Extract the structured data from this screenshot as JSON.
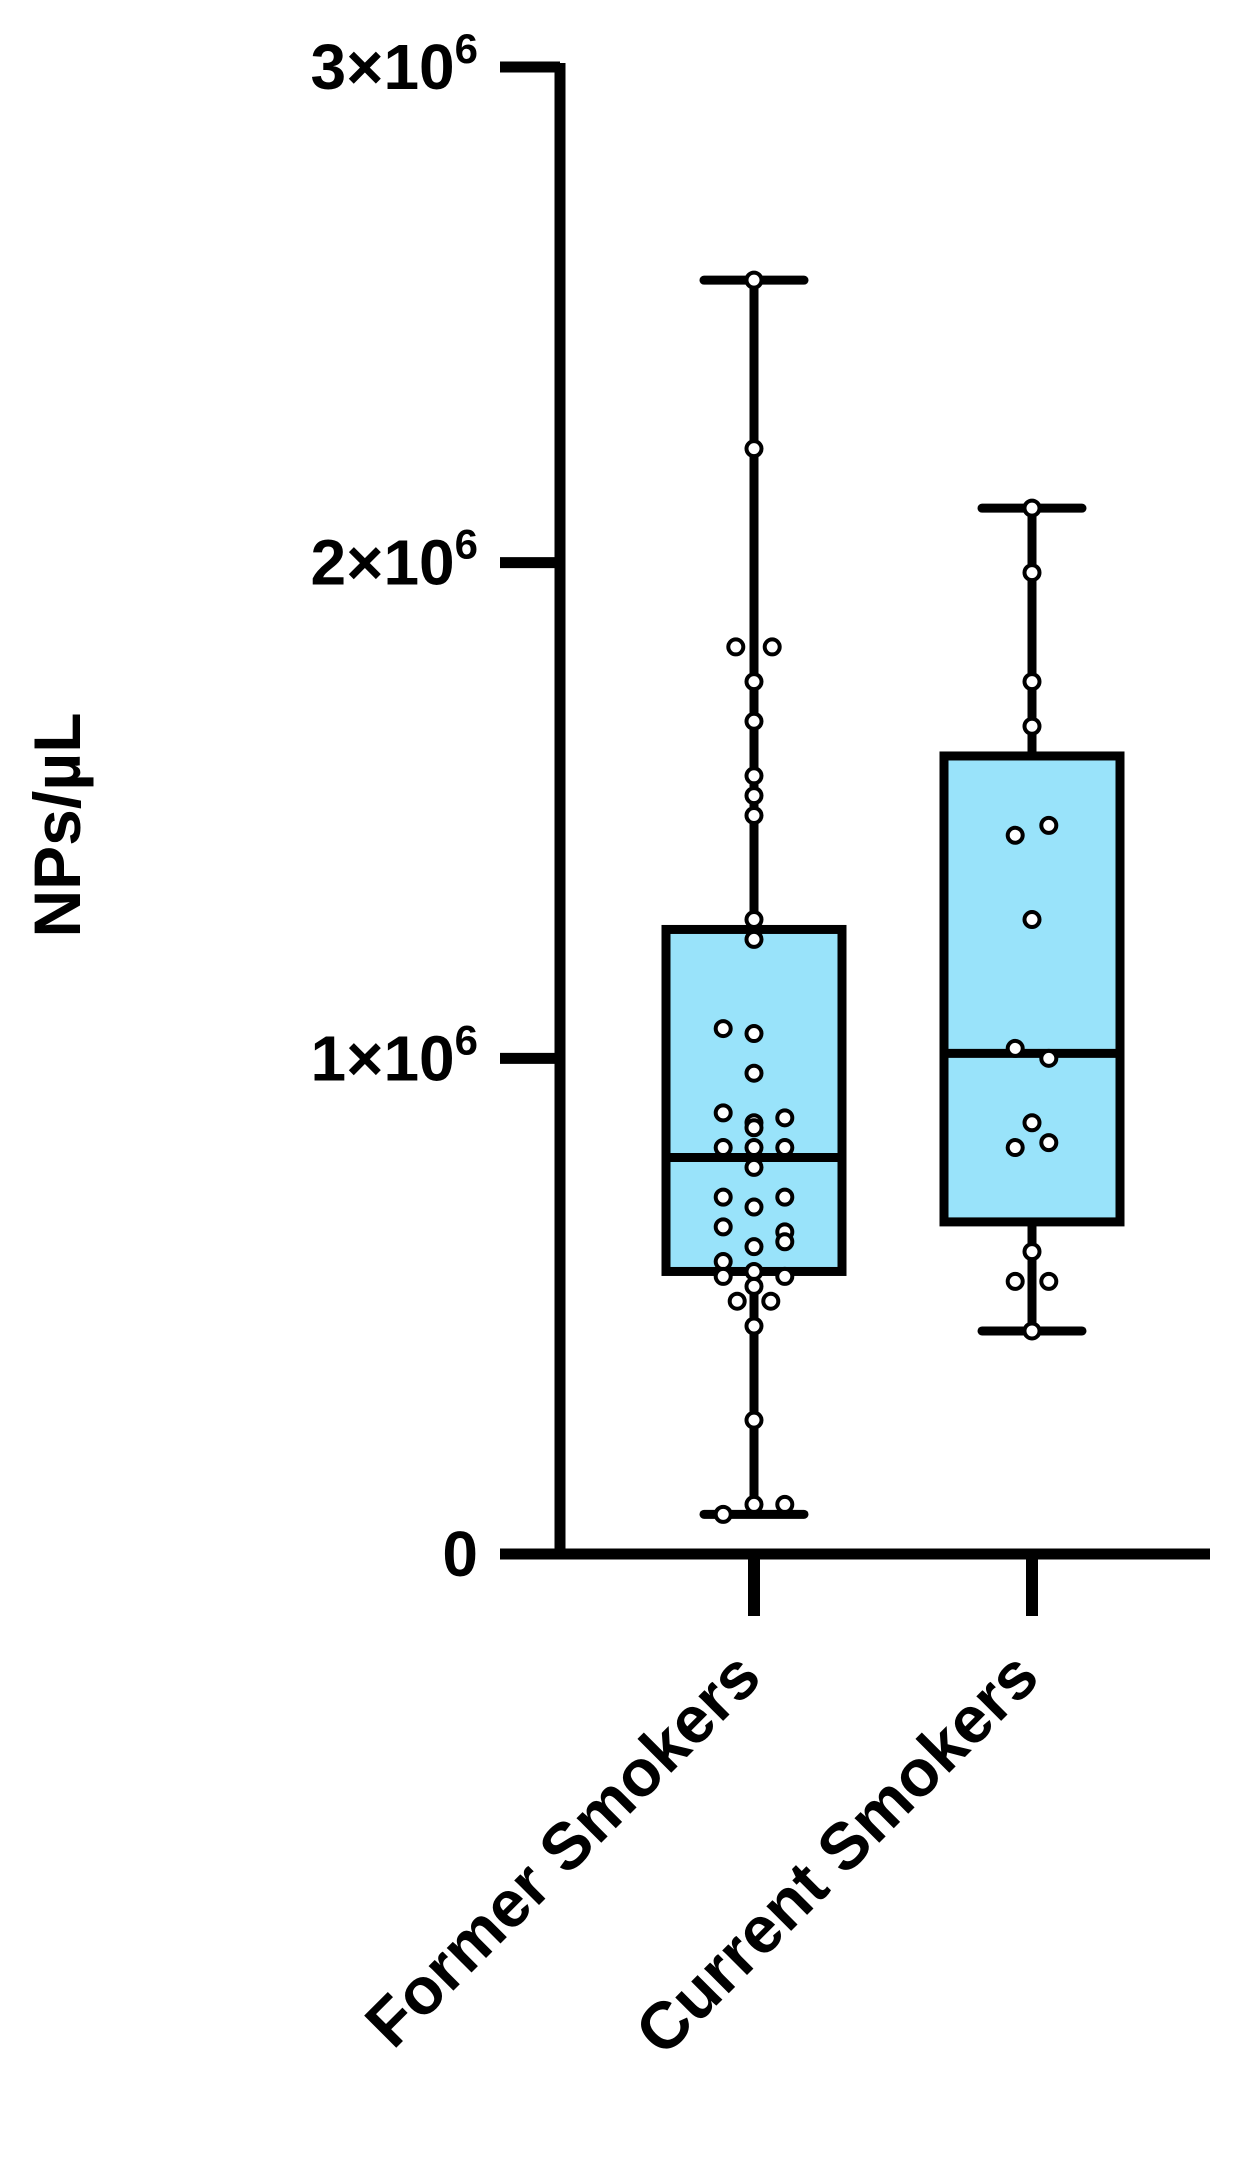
{
  "chart_data": {
    "type": "box",
    "ylabel": "NPs/µL",
    "ylim": [
      0,
      3000000
    ],
    "yticks": [
      {
        "value": 0,
        "base": "0",
        "exp": ""
      },
      {
        "value": 1000000,
        "base": "1×10",
        "exp": "6"
      },
      {
        "value": 2000000,
        "base": "2×10",
        "exp": "6"
      },
      {
        "value": 3000000,
        "base": "3×10",
        "exp": "6"
      }
    ],
    "categories": [
      "Former Smokers",
      "Current Smokers"
    ],
    "box_color": "#99e3fa",
    "series": [
      {
        "category": "Former Smokers",
        "min": 80000,
        "q1": 570000,
        "median": 800000,
        "q3": 1260000,
        "max": 2570000,
        "points": [
          {
            "y": 2570000,
            "dx": 0
          },
          {
            "y": 2230000,
            "dx": 0
          },
          {
            "y": 1830000,
            "dx": -0.13
          },
          {
            "y": 1830000,
            "dx": 0.13
          },
          {
            "y": 1760000,
            "dx": 0
          },
          {
            "y": 1680000,
            "dx": 0
          },
          {
            "y": 1570000,
            "dx": 0
          },
          {
            "y": 1530000,
            "dx": 0
          },
          {
            "y": 1490000,
            "dx": 0
          },
          {
            "y": 1280000,
            "dx": 0
          },
          {
            "y": 1240000,
            "dx": 0
          },
          {
            "y": 1060000,
            "dx": -0.22
          },
          {
            "y": 1050000,
            "dx": 0
          },
          {
            "y": 970000,
            "dx": 0
          },
          {
            "y": 890000,
            "dx": -0.22
          },
          {
            "y": 880000,
            "dx": 0.22
          },
          {
            "y": 870000,
            "dx": 0
          },
          {
            "y": 860000,
            "dx": 0
          },
          {
            "y": 820000,
            "dx": -0.22
          },
          {
            "y": 820000,
            "dx": 0
          },
          {
            "y": 820000,
            "dx": 0.22
          },
          {
            "y": 780000,
            "dx": 0
          },
          {
            "y": 720000,
            "dx": -0.22
          },
          {
            "y": 720000,
            "dx": 0.22
          },
          {
            "y": 700000,
            "dx": 0
          },
          {
            "y": 660000,
            "dx": -0.22
          },
          {
            "y": 650000,
            "dx": 0.22
          },
          {
            "y": 630000,
            "dx": 0.22
          },
          {
            "y": 620000,
            "dx": 0
          },
          {
            "y": 590000,
            "dx": -0.22
          },
          {
            "y": 570000,
            "dx": 0
          },
          {
            "y": 560000,
            "dx": -0.22
          },
          {
            "y": 560000,
            "dx": 0.22
          },
          {
            "y": 540000,
            "dx": 0
          },
          {
            "y": 510000,
            "dx": -0.12
          },
          {
            "y": 510000,
            "dx": 0.12
          },
          {
            "y": 460000,
            "dx": 0
          },
          {
            "y": 270000,
            "dx": 0
          },
          {
            "y": 100000,
            "dx": 0
          },
          {
            "y": 100000,
            "dx": 0.22
          },
          {
            "y": 80000,
            "dx": -0.22
          }
        ]
      },
      {
        "category": "Current Smokers",
        "min": 450000,
        "q1": 670000,
        "median": 1010000,
        "q3": 1610000,
        "max": 2110000,
        "points": [
          {
            "y": 2110000,
            "dx": 0
          },
          {
            "y": 1980000,
            "dx": 0
          },
          {
            "y": 1760000,
            "dx": 0
          },
          {
            "y": 1670000,
            "dx": 0
          },
          {
            "y": 1470000,
            "dx": 0.12
          },
          {
            "y": 1450000,
            "dx": -0.12
          },
          {
            "y": 1280000,
            "dx": 0
          },
          {
            "y": 1020000,
            "dx": -0.12
          },
          {
            "y": 1000000,
            "dx": 0.12
          },
          {
            "y": 870000,
            "dx": 0
          },
          {
            "y": 830000,
            "dx": 0.12
          },
          {
            "y": 820000,
            "dx": -0.12
          },
          {
            "y": 610000,
            "dx": 0
          },
          {
            "y": 550000,
            "dx": -0.12
          },
          {
            "y": 550000,
            "dx": 0.12
          },
          {
            "y": 450000,
            "dx": 0
          }
        ]
      }
    ]
  }
}
